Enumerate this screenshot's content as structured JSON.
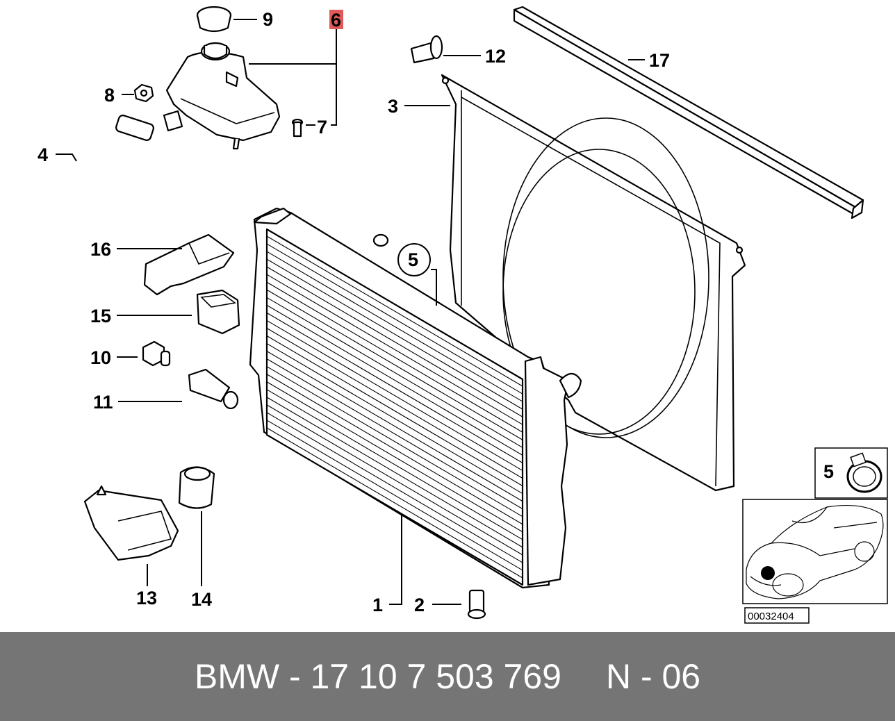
{
  "callouts": {
    "c1": "1",
    "c2": "2",
    "c3": "3",
    "c4": "4",
    "c5": "5",
    "c6": "6",
    "c7": "7",
    "c8": "8",
    "c9": "9",
    "c10": "10",
    "c11": "11",
    "c12": "12",
    "c13": "13",
    "c14": "14",
    "c15": "15",
    "c16": "16",
    "c17": "17"
  },
  "inset": {
    "clamp_label": "5",
    "diagram_code": "00032404"
  },
  "footer": {
    "part_text": "BMW - 17 10 7 503 769",
    "page_text": "N - 06"
  },
  "colors": {
    "highlight": "#e05a5a",
    "footer_bg": "#757575",
    "footer_text": "#ffffff"
  }
}
